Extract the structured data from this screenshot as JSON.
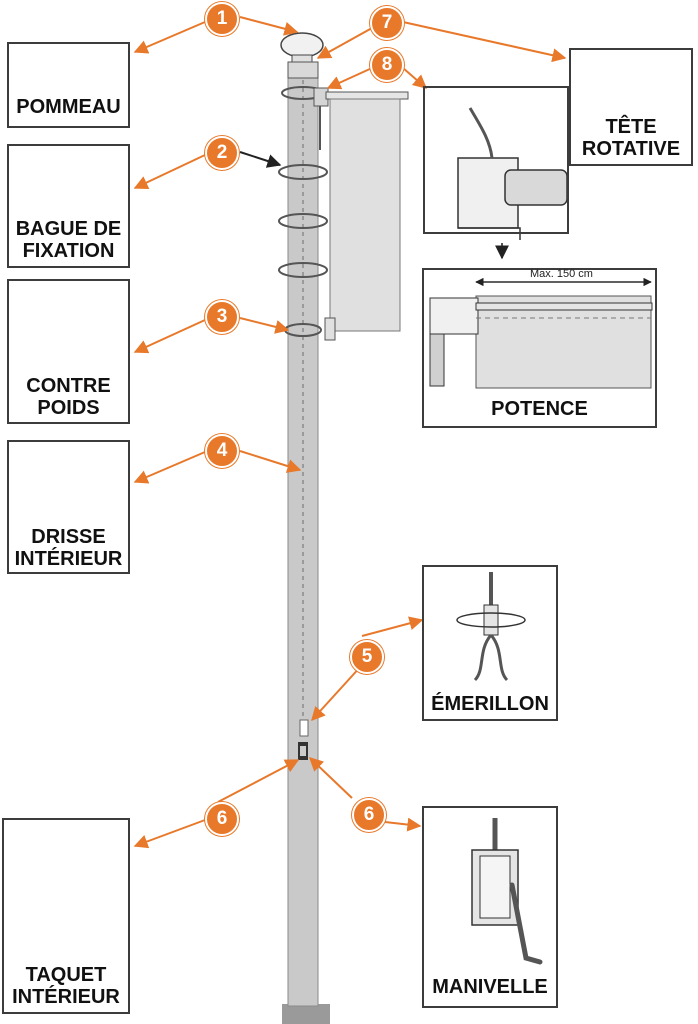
{
  "colors": {
    "accent": "#e8782a",
    "outline": "#3c3c3c",
    "pole": "#c9c9c9",
    "banner": "#e0e0e0"
  },
  "badges": [
    "1",
    "2",
    "3",
    "4",
    "5",
    "6",
    "6",
    "7",
    "8"
  ],
  "labels": {
    "pommeau": "POMMEAU",
    "bague": "BAGUE DE\nFIXATION",
    "contre": "CONTRE\nPOIDS",
    "drisse": "DRISSE\nINTÉRIEUR",
    "taquet": "TAQUET\nINTÉRIEUR",
    "tete": "TÊTE\nROTATIVE",
    "potence": "POTENCE",
    "emerillon": "ÉMERILLON",
    "manivelle": "MANIVELLE"
  },
  "potence_max": "Max. 150 cm",
  "icons": [
    "pommeau-icon",
    "ring-icon",
    "counterweight-icon",
    "coiled-rope-icon",
    "cleat-icon",
    "rotating-head-icon",
    "arm-icon",
    "swivel-icon",
    "winch-icon"
  ]
}
